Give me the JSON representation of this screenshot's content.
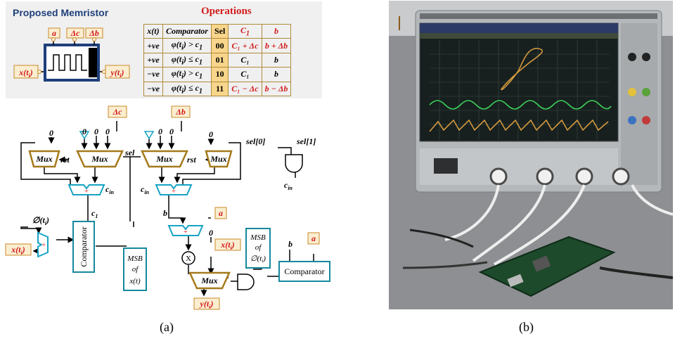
{
  "legend": {
    "title": "Proposed Memristor",
    "pins": {
      "a": "a",
      "dc": "Δc",
      "db": "Δb",
      "input": "x(t",
      "input_sub": "i",
      "output": "y(t",
      "output_sub": "i"
    }
  },
  "operations": {
    "title": "Operations",
    "headers": [
      "x(t)",
      "Comparator",
      "Sel",
      "C",
      "b"
    ],
    "header_c_sub": "1",
    "rows": [
      {
        "x": "+ve",
        "cmp_rel": ">",
        "sel": "00",
        "c1": "C₁ + Δc",
        "b": "b + Δb"
      },
      {
        "x": "+ve",
        "cmp_rel": "≤",
        "sel": "01",
        "c1": "C₁",
        "b": "b"
      },
      {
        "x": "−ve",
        "cmp_rel": ">",
        "sel": "10",
        "c1": "C₁",
        "b": "b"
      },
      {
        "x": "−ve",
        "cmp_rel": "≤",
        "sel": "11",
        "c1": "C₁ − Δc",
        "b": "b − Δb"
      }
    ],
    "cmp_lhs": "φ(t",
    "cmp_rhs": "c",
    "cmp_rhs_sub": "1"
  },
  "circuit": {
    "dc": "Δc",
    "db": "Δb",
    "mux": "Mux",
    "rst": "rst",
    "sel": "sel",
    "zero": "0",
    "plus": "+",
    "cin": "c",
    "cin_sub": "in",
    "c1": "c",
    "c1_sub": "1",
    "b": "b",
    "a": "a",
    "phi": "∅(t",
    "phi_sub": "i",
    "x_in": "x(t",
    "x_sub": "i",
    "comparator": "Comparator",
    "msb_x": [
      "MSB",
      "of",
      "x(t)"
    ],
    "msb_phi": [
      "MSB",
      "of",
      "∅(t"
    ],
    "msb_phi_sub": "i",
    "mult": "X",
    "y_out": "y(t",
    "y_sub": "i",
    "sel0": "sel[0]",
    "sel1": "sel[1]",
    "colors": {
      "mux": "#a57a1c",
      "adder": "#16a3c4",
      "box": "#1b8aa0",
      "pin": "#fbeed0",
      "red": "#d21b1b"
    }
  },
  "captions": {
    "a": "(a)",
    "b": "(b)"
  }
}
